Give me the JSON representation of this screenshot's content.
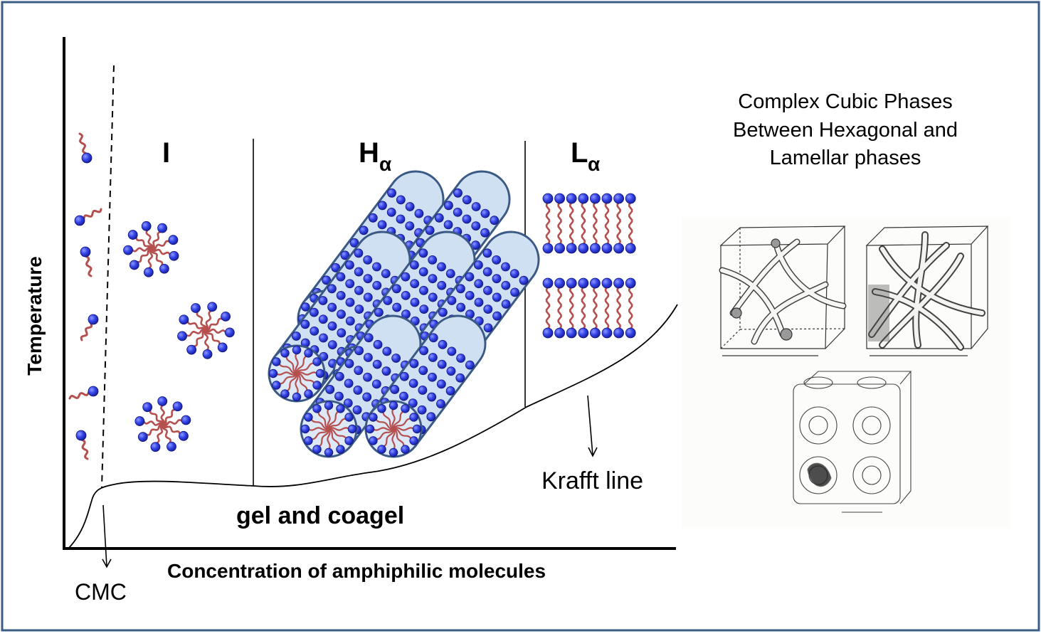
{
  "diagram": {
    "y_axis_label": "Temperature",
    "x_axis_label": "Concentration of amphiphilic molecules",
    "phases": {
      "micellar": {
        "label": "I"
      },
      "hexagonal": {
        "label_main": "H",
        "label_sub": "α"
      },
      "lamellar": {
        "label_main": "L",
        "label_sub": "α"
      }
    },
    "region_gel": "gel and coagel",
    "cmc_label": "CMC",
    "krafft_label": "Krafft line",
    "cubic_title_lines": [
      "Complex Cubic Phases",
      "Between Hexagonal and",
      "Lamellar phases"
    ]
  },
  "colors": {
    "frame": "#3b5e87",
    "head": "#2f3fe0",
    "tail": "#b5504f",
    "rod_fill": "#cfe0f3",
    "rod_stroke": "#3a5a85"
  }
}
